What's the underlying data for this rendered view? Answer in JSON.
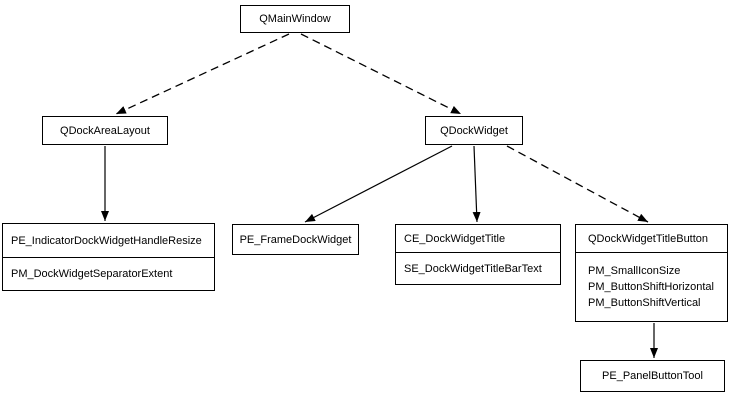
{
  "nodes": {
    "qmainwindow": {
      "label": "QMainWindow"
    },
    "qdockarealayout": {
      "label": "QDockAreaLayout"
    },
    "qdockwidget": {
      "label": "QDockWidget"
    },
    "handle_resize": {
      "line1": "PE_IndicatorDockWidgetHandleResize",
      "line2": "PM_DockWidgetSeparatorExtent"
    },
    "frame_dock": {
      "label": "PE_FrameDockWidget"
    },
    "dock_title": {
      "line1": "CE_DockWidgetTitle",
      "line2": "SE_DockWidgetTitleBarText"
    },
    "title_button": {
      "title": "QDockWidgetTitleButton",
      "items": [
        "PM_SmallIconSize",
        "PM_ButtonShiftHorizontal",
        "PM_ButtonShiftVertical"
      ]
    },
    "panel_button": {
      "label": "PE_PanelButtonTool"
    }
  },
  "colors": {
    "border": "#000000",
    "background": "#ffffff",
    "text": "#000000",
    "edge": "#000000"
  }
}
